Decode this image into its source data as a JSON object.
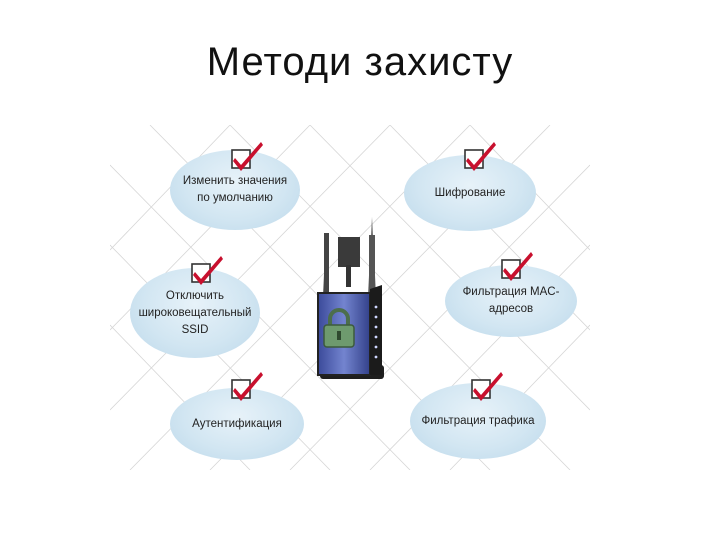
{
  "slide": {
    "title": "Методи захисту"
  },
  "methods": [
    {
      "label": "Изменить значения\nпо умолчанию"
    },
    {
      "label": "Шифрование"
    },
    {
      "label": "Отключить\nшироковещательный\nSSID"
    },
    {
      "label": "Фильтрация MAC-\nадресов"
    },
    {
      "label": "Аутентификация"
    },
    {
      "label": "Фильтрация трафика"
    }
  ],
  "icons": {
    "check": "checkbox-check-icon",
    "device": "wireless-router-icon",
    "lock": "padlock-icon"
  },
  "colors": {
    "bubble": "#cfe4f1",
    "check_red": "#c8102e",
    "router_blue": "#5566b8"
  }
}
